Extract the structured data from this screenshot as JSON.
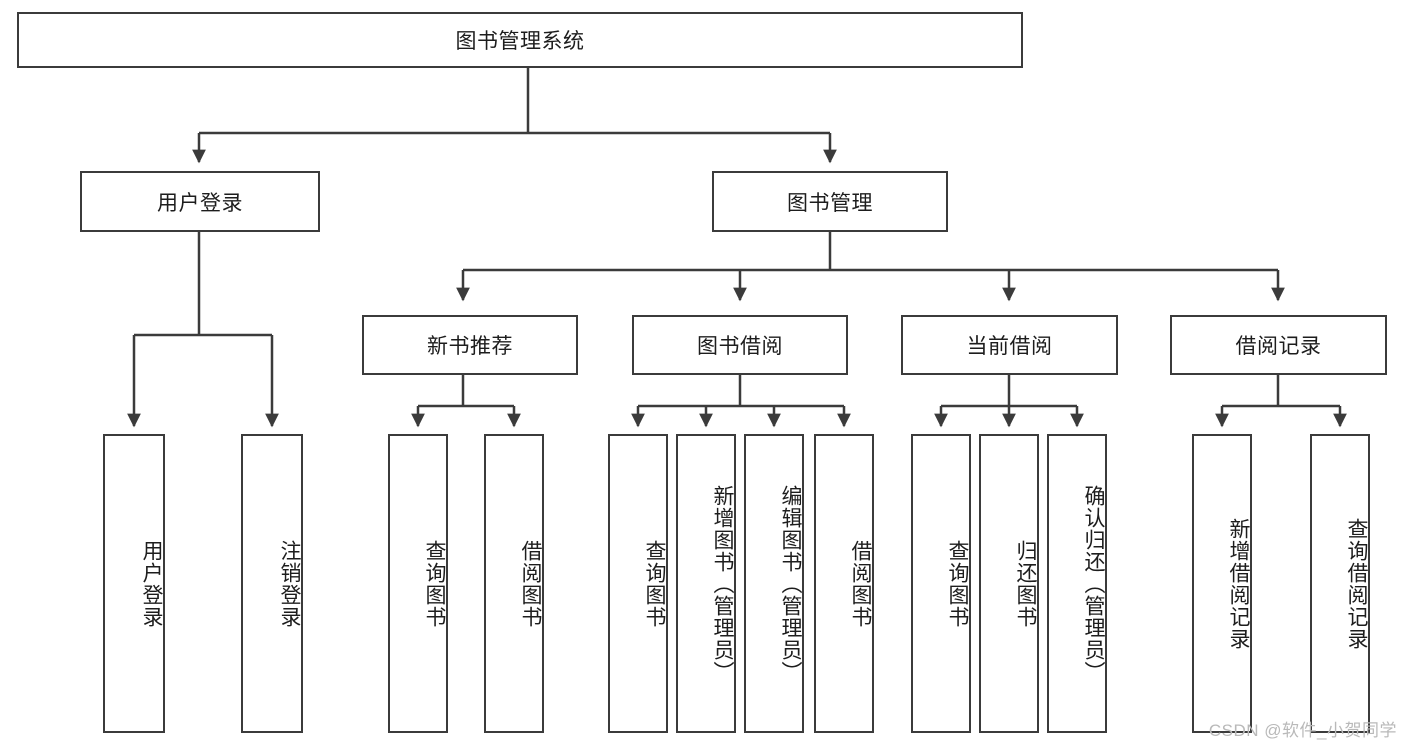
{
  "diagram": {
    "title": "图书管理系统",
    "type": "tree",
    "watermark": "CSDN @软件_小贺同学",
    "colors": {
      "stroke": "#3b3b3b",
      "fill": "#ffffff",
      "text": "#1d1d1d",
      "watermark": "#b9b9b9"
    },
    "root": {
      "label": "图书管理系统"
    },
    "level2": [
      {
        "label": "用户登录"
      },
      {
        "label": "图书管理"
      }
    ],
    "level3": [
      {
        "label": "新书推荐"
      },
      {
        "label": "图书借阅"
      },
      {
        "label": "当前借阅"
      },
      {
        "label": "借阅记录"
      }
    ],
    "leaves": {
      "user_login": [
        {
          "label": "用户登录"
        },
        {
          "label": "注销登录"
        }
      ],
      "new_book_recommend": [
        {
          "label": "查询图书"
        },
        {
          "label": "借阅图书"
        }
      ],
      "book_borrow": [
        {
          "label": "查询图书"
        },
        {
          "label": "新增图书（管理员）"
        },
        {
          "label": "编辑图书（管理员）"
        },
        {
          "label": "借阅图书"
        }
      ],
      "current_borrow": [
        {
          "label": "查询图书"
        },
        {
          "label": "归还图书"
        },
        {
          "label": "确认归还（管理员）"
        }
      ],
      "borrow_records": [
        {
          "label": "新增借阅记录"
        },
        {
          "label": "查询借阅记录"
        }
      ]
    }
  },
  "chart_data": {
    "type": "tree",
    "title": "图书管理系统",
    "nodes": [
      {
        "id": "root",
        "label": "图书管理系统",
        "level": 1,
        "parent": null
      },
      {
        "id": "n-user-login",
        "label": "用户登录",
        "level": 2,
        "parent": "root"
      },
      {
        "id": "n-book-mgmt",
        "label": "图书管理",
        "level": 2,
        "parent": "root"
      },
      {
        "id": "n-new-book",
        "label": "新书推荐",
        "level": 3,
        "parent": "n-book-mgmt"
      },
      {
        "id": "n-book-borrow",
        "label": "图书借阅",
        "level": 3,
        "parent": "n-book-mgmt"
      },
      {
        "id": "n-current-borrow",
        "label": "当前借阅",
        "level": 3,
        "parent": "n-book-mgmt"
      },
      {
        "id": "n-borrow-records",
        "label": "借阅记录",
        "level": 3,
        "parent": "n-book-mgmt"
      },
      {
        "id": "l1",
        "label": "用户登录",
        "level": 4,
        "parent": "n-user-login"
      },
      {
        "id": "l2",
        "label": "注销登录",
        "level": 4,
        "parent": "n-user-login"
      },
      {
        "id": "l3",
        "label": "查询图书",
        "level": 4,
        "parent": "n-new-book"
      },
      {
        "id": "l4",
        "label": "借阅图书",
        "level": 4,
        "parent": "n-new-book"
      },
      {
        "id": "l5",
        "label": "查询图书",
        "level": 4,
        "parent": "n-book-borrow"
      },
      {
        "id": "l6",
        "label": "新增图书（管理员）",
        "level": 4,
        "parent": "n-book-borrow"
      },
      {
        "id": "l7",
        "label": "编辑图书（管理员）",
        "level": 4,
        "parent": "n-book-borrow"
      },
      {
        "id": "l8",
        "label": "借阅图书",
        "level": 4,
        "parent": "n-book-borrow"
      },
      {
        "id": "l9",
        "label": "查询图书",
        "level": 4,
        "parent": "n-current-borrow"
      },
      {
        "id": "l10",
        "label": "归还图书",
        "level": 4,
        "parent": "n-current-borrow"
      },
      {
        "id": "l11",
        "label": "确认归还（管理员）",
        "level": 4,
        "parent": "n-current-borrow"
      },
      {
        "id": "l12",
        "label": "新增借阅记录",
        "level": 4,
        "parent": "n-borrow-records"
      },
      {
        "id": "l13",
        "label": "查询借阅记录",
        "level": 4,
        "parent": "n-borrow-records"
      }
    ]
  }
}
